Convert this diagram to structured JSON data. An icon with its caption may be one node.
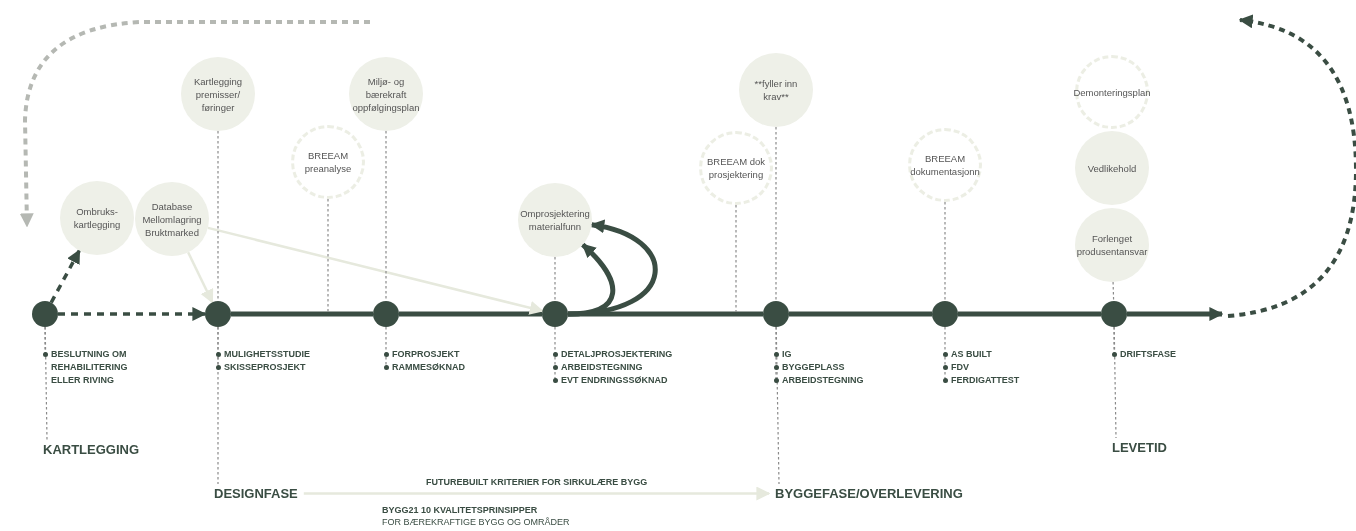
{
  "diagram": {
    "nodes": [
      {
        "text": [],
        "shape": "circle",
        "beside": [
          "BESLUTNING OM REHABILITERING ELLER RIVING"
        ]
      },
      {
        "text": [
          "Ombruks- kartlegging"
        ]
      },
      {
        "text": [
          "Database Mellomlagring Bruktmarked"
        ]
      },
      {
        "text": [
          "Kartlegging premisser/ føringer"
        ]
      },
      {
        "text": [],
        "shape": "circle",
        "beside": [
          "MULIGHETSSTUDIE",
          "SKISSEPROSJEKT"
        ]
      },
      {
        "text": [
          "BREEAM preanalyse"
        ]
      },
      {
        "text": [
          "Miljø- og bærekraft oppfølgingsplan"
        ]
      },
      {
        "text": [],
        "shape": "circle",
        "beside": [
          "FORPROSJEKT",
          "RAMMESØKNAD"
        ]
      },
      {
        "text": [
          "Omprosjektering materialfunn"
        ]
      },
      {
        "text": [],
        "shape": "circle",
        "beside": [
          "DETALJPROSJEKTERING",
          "ARBEIDSTEGNING",
          "EVT ENDRINGSSØKNAD"
        ]
      },
      {
        "text": [
          "BREEAM dok prosjektering"
        ]
      },
      {
        "text": [
          "**fyller inn krav**"
        ]
      },
      {
        "text": [],
        "shape": "circle",
        "beside": [
          "IG",
          "BYGGEPLASS",
          "ARBEIDSTEGNING"
        ]
      },
      {
        "text": [
          "BREEAM dokumentasjonn"
        ]
      },
      {
        "text": [],
        "shape": "circle",
        "beside": [
          "AS BUILT",
          "FDV",
          "FERDIGATTEST"
        ]
      },
      {
        "text": [
          "Demonteringsplan"
        ]
      },
      {
        "text": [
          "Vedlikehold"
        ]
      },
      {
        "text": [
          "Forlenget produsentansvar"
        ]
      },
      {
        "text": [],
        "shape": "circle",
        "beside": [
          "DRIFTSFASE"
        ]
      },
      {
        "text": [
          "KARTLEGGING"
        ]
      },
      {
        "text": [
          "DESIGNFASE"
        ]
      },
      {
        "text": [
          "BYGGEFASE/OVERLEVERING"
        ]
      },
      {
        "text": [
          "LEVETID"
        ]
      }
    ],
    "edges": [
      {
        "from": 0,
        "to": 4,
        "arrow": "to",
        "style": "dashed",
        "color": "#3a4d43"
      },
      {
        "from": 4,
        "to": 7,
        "arrow": "none",
        "style": "thick",
        "color": "#3a4d43"
      },
      {
        "from": 7,
        "to": 9,
        "arrow": "none",
        "style": "thick",
        "color": "#3a4d43"
      },
      {
        "from": 9,
        "to": 12,
        "arrow": "none",
        "style": "thick",
        "color": "#3a4d43"
      },
      {
        "from": 12,
        "to": 14,
        "arrow": "none",
        "style": "thick",
        "color": "#3a4d43"
      },
      {
        "from": 14,
        "to": 18,
        "arrow": "none",
        "style": "thick",
        "color": "#3a4d43"
      },
      {
        "from": 18,
        "to": null,
        "arrow": "to",
        "style": "thick",
        "color": "#3a4d43"
      },
      {
        "from": 0,
        "to": 1,
        "arrow": "to",
        "style": "dashed",
        "color": "#3a4d43"
      },
      {
        "from": 2,
        "to": 4,
        "arrow": "to",
        "color": "#e6e9dd"
      },
      {
        "from": 2,
        "to": 9,
        "arrow": "to",
        "color": "#e6e9dd"
      },
      {
        "from": 9,
        "to": 8,
        "arrow": "to",
        "style": "thick",
        "color": "#3a4d43"
      },
      {
        "from": 9,
        "to": 8,
        "arrow": "to",
        "style": "thick",
        "color": "#3a4d43"
      },
      {
        "from": 3,
        "to": 4,
        "arrow": "none",
        "style": "dashed"
      },
      {
        "from": 5,
        "to": null,
        "arrow": "none",
        "style": "dashed"
      },
      {
        "from": 6,
        "to": 7,
        "arrow": "none",
        "style": "dashed"
      },
      {
        "from": 8,
        "to": 9,
        "arrow": "none",
        "style": "dashed"
      },
      {
        "from": 10,
        "to": null,
        "arrow": "none",
        "style": "dashed"
      },
      {
        "from": 11,
        "to": 12,
        "arrow": "none",
        "style": "dashed"
      },
      {
        "from": 13,
        "to": 14,
        "arrow": "none",
        "style": "dashed"
      },
      {
        "from": 17,
        "to": 18,
        "arrow": "none",
        "style": "dashed"
      },
      {
        "from": 0,
        "to": 19,
        "arrow": "none",
        "style": "dashed"
      },
      {
        "from": 4,
        "to": 20,
        "arrow": "none",
        "style": "dashed"
      },
      {
        "from": 12,
        "to": 21,
        "arrow": "none",
        "style": "dashed"
      },
      {
        "from": 18,
        "to": 22,
        "arrow": "none",
        "style": "dashed"
      },
      {
        "from": 20,
        "to": 21,
        "arrow": "to",
        "color": "#e6e9dd",
        "label": "FUTUREBUILT KRITERIER FOR SIRKULÆRE BYGG"
      }
    ],
    "labels": [
      "BYGG21 10 KVALITETSPRINSIPPER",
      "FOR BÆREKRAFTIGE BYGG OG OMRÅDER"
    ]
  }
}
